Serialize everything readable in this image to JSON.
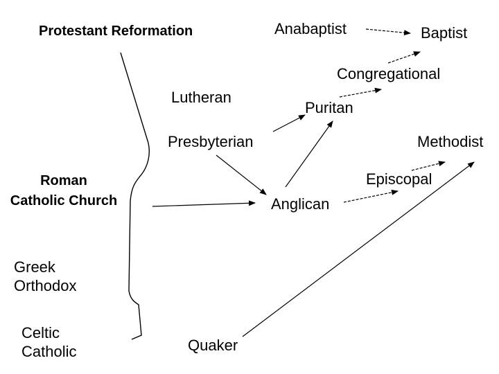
{
  "labels": {
    "protestant": "Protestant Reformation",
    "anabaptist": "Anabaptist",
    "baptist": "Baptist",
    "congregational": "Congregational",
    "lutheran": "Lutheran",
    "puritan": "Puritan",
    "presbyterian": "Presbyterian",
    "methodist": "Methodist",
    "episcopal": "Episcopal",
    "roman_line1": "Roman",
    "roman_line2": "Catholic Church",
    "anglican": "Anglican",
    "greek_line1": "Greek",
    "greek_line2": "Orthodox",
    "celtic_line1": "Celtic",
    "celtic_line2": "Catholic",
    "quaker": "Quaker"
  },
  "arrows": [
    {
      "from": "Anabaptist",
      "to": "Baptist"
    },
    {
      "from": "Congregational",
      "to": "Baptist"
    },
    {
      "from": "Puritan",
      "to": "Congregational"
    },
    {
      "from": "Presbyterian",
      "to": "Puritan"
    },
    {
      "from": "Presbyterian",
      "to": "Anglican"
    },
    {
      "from": "Anglican",
      "to": "Puritan"
    },
    {
      "from": "Roman Catholic Church",
      "to": "Anglican"
    },
    {
      "from": "Anglican",
      "to": "Episcopal"
    },
    {
      "from": "Episcopal",
      "to": "Methodist"
    },
    {
      "from": "Quaker",
      "to": "Methodist"
    }
  ]
}
